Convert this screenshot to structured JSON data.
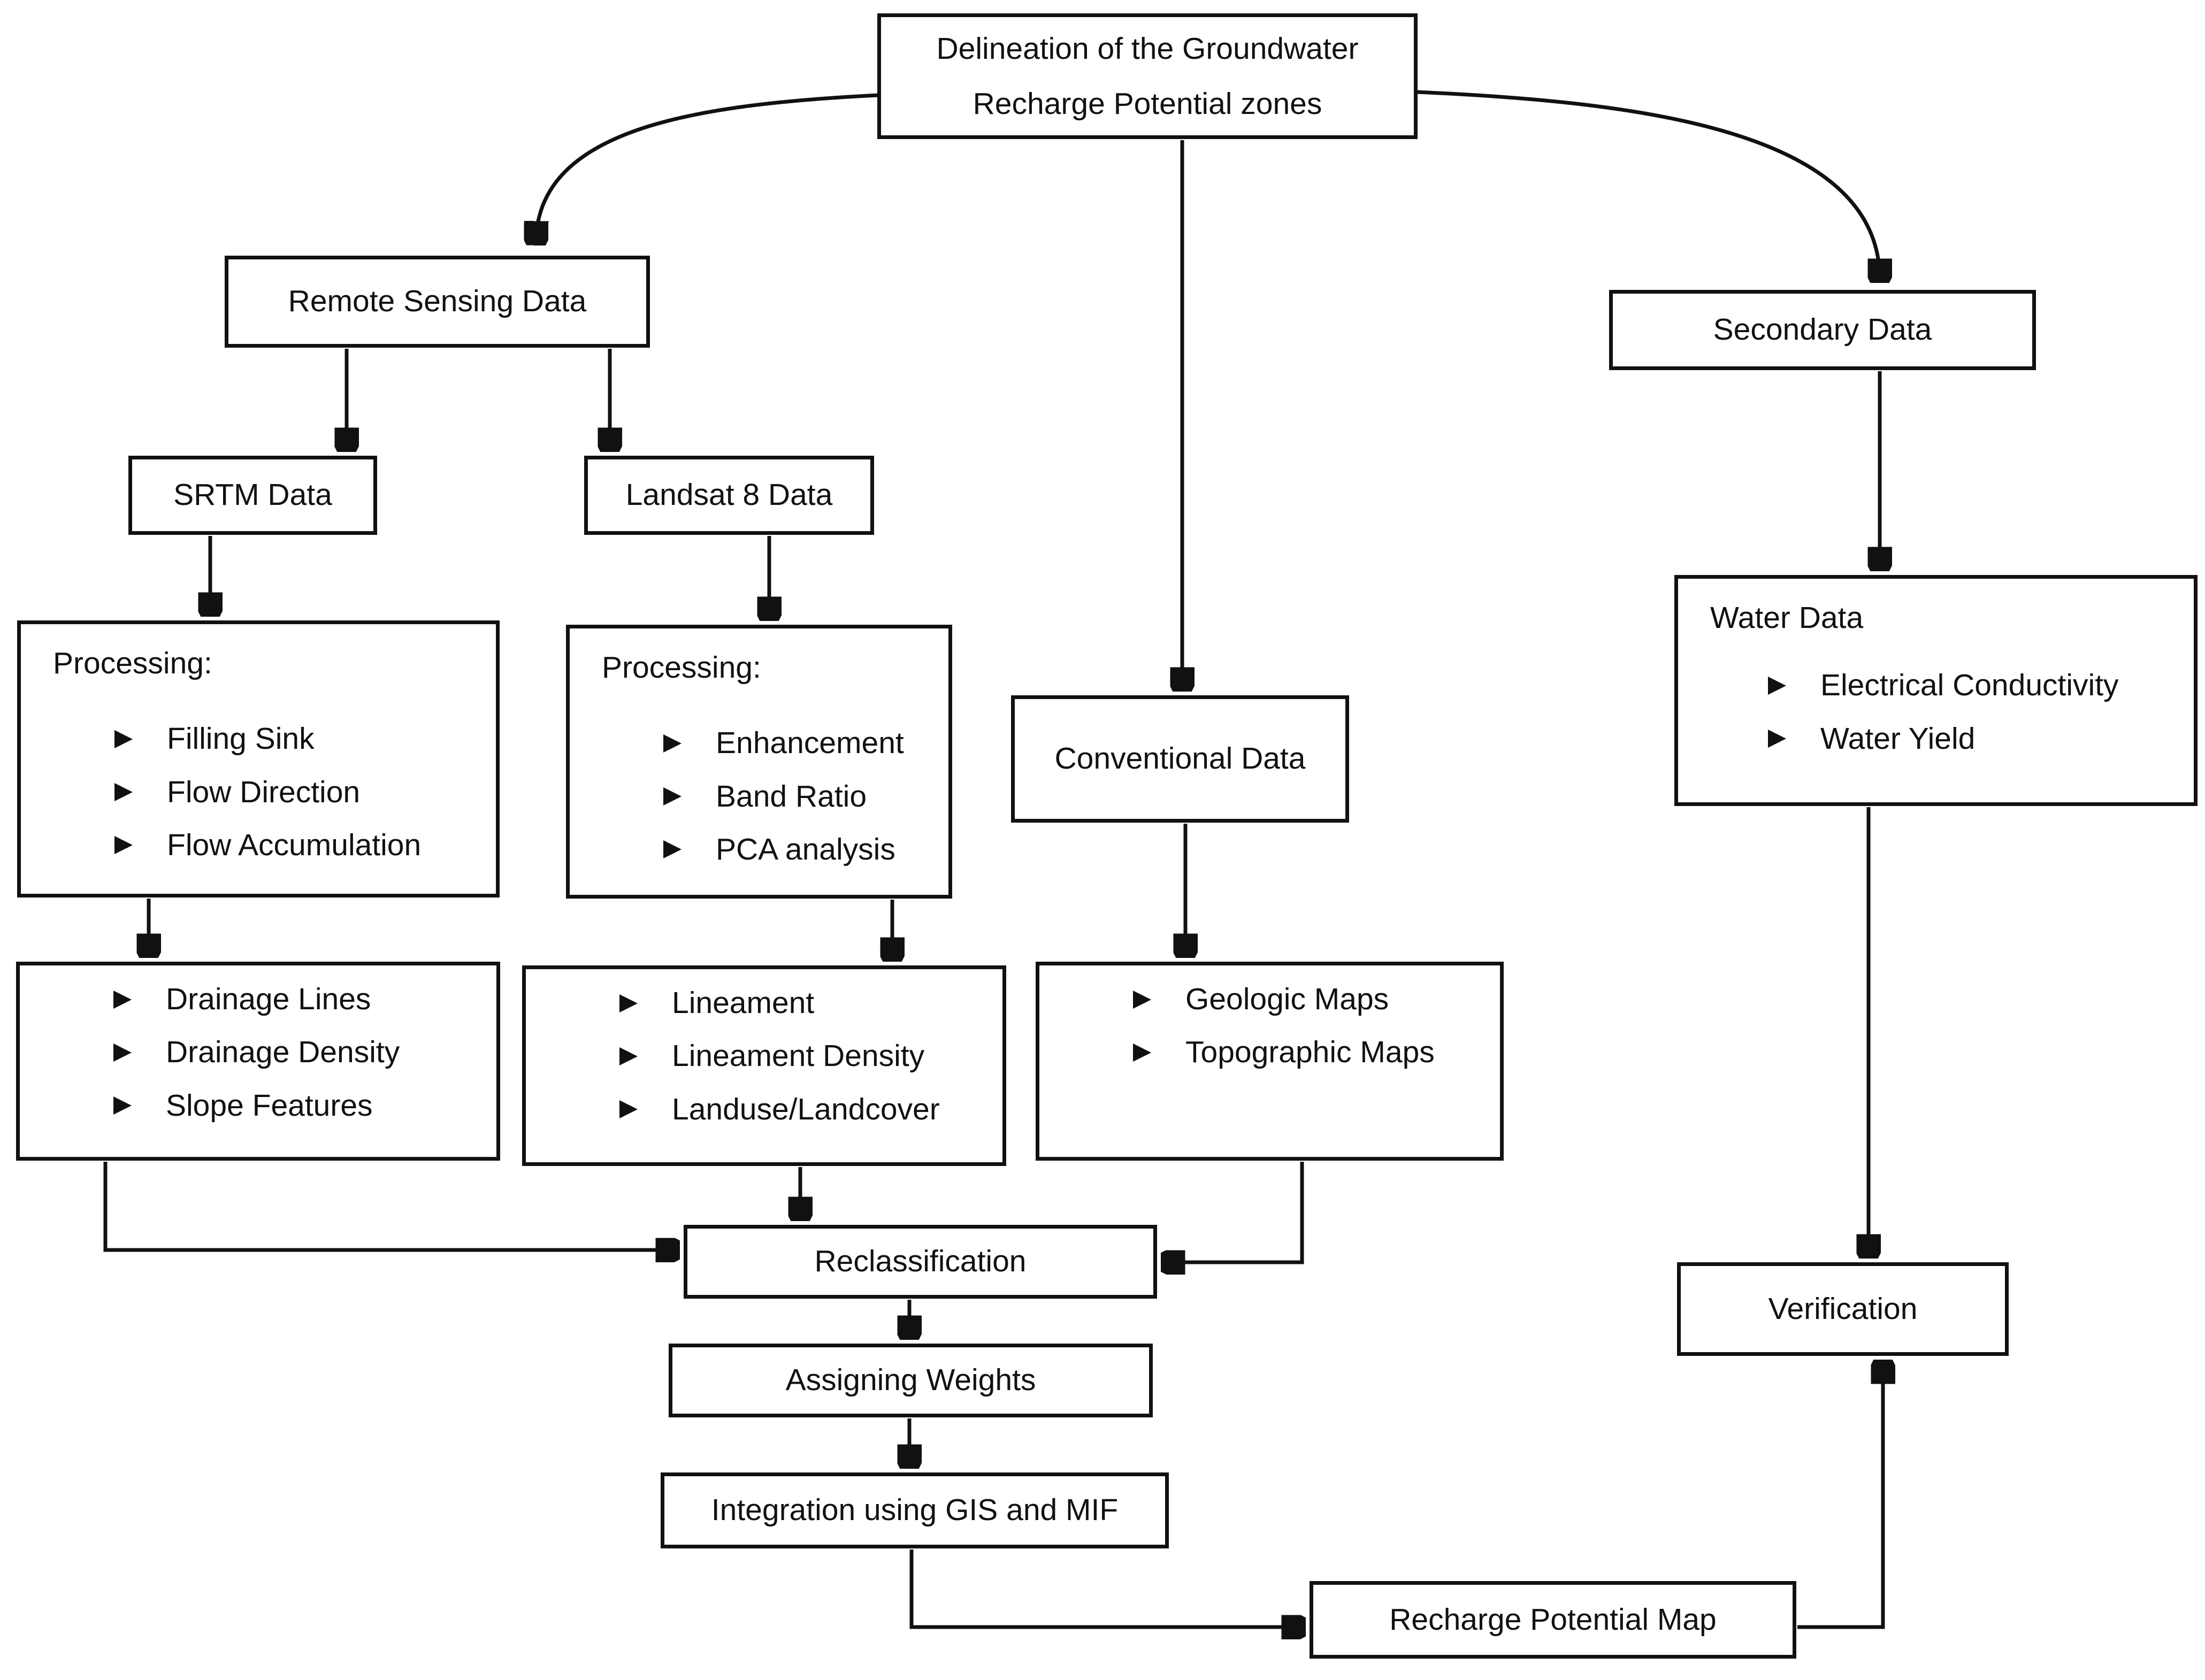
{
  "diagram": {
    "colors": {
      "ink": "#111111",
      "background": "#ffffff"
    },
    "boxes": {
      "delineation": {
        "label": "Delineation of the Groundwater Recharge Potential zones"
      },
      "remote_sensing": {
        "label": "Remote Sensing Data"
      },
      "secondary_data": {
        "label": "Secondary Data"
      },
      "srtm": {
        "label": "SRTM Data"
      },
      "landsat": {
        "label": "Landsat 8 Data"
      },
      "processing_srtm": {
        "title": "Processing:",
        "items": [
          "Filling Sink",
          "Flow Direction",
          "Flow Accumulation"
        ]
      },
      "processing_landsat": {
        "title": "Processing:",
        "items": [
          "Enhancement",
          "Band Ratio",
          "PCA analysis"
        ]
      },
      "conventional": {
        "label": "Conventional Data"
      },
      "water_data": {
        "title": "Water Data",
        "items": [
          "Electrical Conductivity",
          "Water Yield"
        ]
      },
      "srtm_outputs": {
        "items": [
          "Drainage Lines",
          "Drainage Density",
          "Slope Features"
        ]
      },
      "landsat_outputs": {
        "items": [
          "Lineament",
          "Lineament Density",
          "Landuse/Landcover"
        ]
      },
      "conventional_outputs": {
        "items": [
          "Geologic Maps",
          "Topographic Maps"
        ]
      },
      "reclassification": {
        "label": "Reclassification"
      },
      "assigning_weights": {
        "label": "Assigning Weights"
      },
      "integration": {
        "label": "Integration using GIS and MIF"
      },
      "recharge_map": {
        "label": "Recharge Potential Map"
      },
      "verification": {
        "label": "Verification"
      }
    }
  }
}
